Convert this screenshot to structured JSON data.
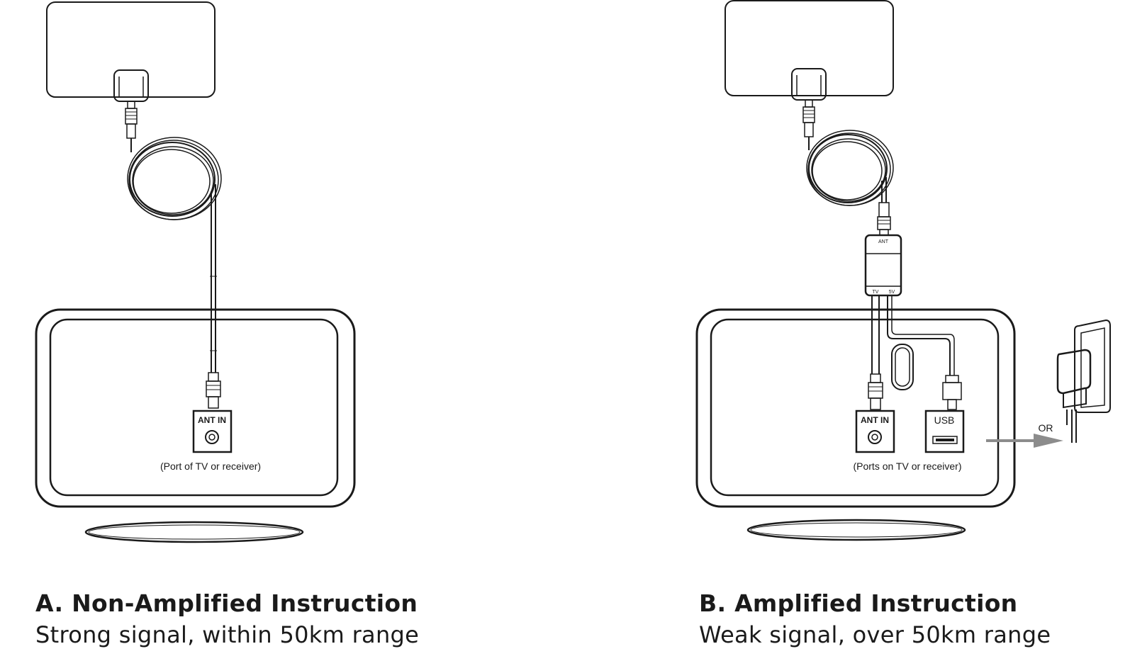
{
  "panel_a": {
    "port_label": "ANT IN",
    "port_caption": "(Port of TV or receiver)",
    "heading": "A. Non-Amplified Instruction",
    "subheading": "Strong signal, within 50km range"
  },
  "panel_b": {
    "amp_top_label": "ANT",
    "amp_left_label": "TV",
    "amp_right_label": "5V",
    "ant_port_label": "ANT IN",
    "usb_port_label": "USB",
    "or_label": "OR",
    "port_caption": "(Ports on TV or receiver)",
    "heading": "B. Amplified Instruction",
    "subheading": "Weak signal, over 50km range"
  },
  "colors": {
    "line": "#1a1a1a",
    "arrow": "#8c8c8c",
    "background": "#ffffff"
  }
}
